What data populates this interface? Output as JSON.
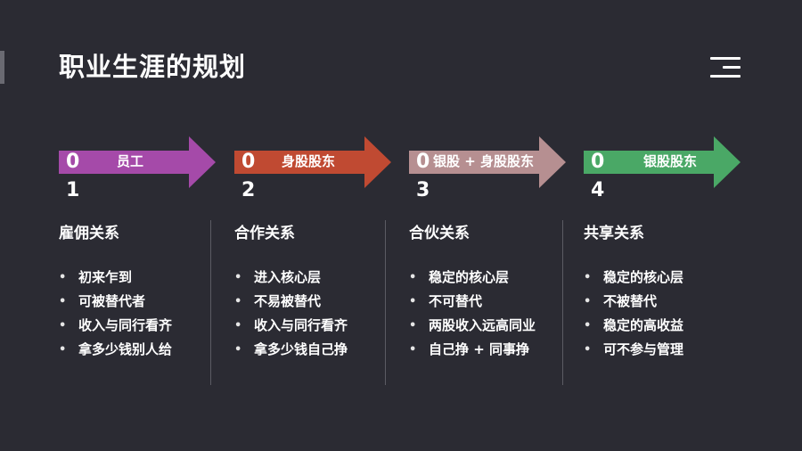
{
  "title": "职业生涯的规划",
  "stages": [
    {
      "color": "#a54aa9",
      "digit_top": "0",
      "digit_bottom": "1",
      "arrow_label": "员工",
      "heading": "雇佣关系",
      "items": [
        "初来乍到",
        "可被替代者",
        "收入与同行看齐",
        "拿多少钱别人给"
      ]
    },
    {
      "color": "#c04a32",
      "digit_top": "0",
      "digit_bottom": "2",
      "arrow_label": "身股股东",
      "heading": "合作关系",
      "items": [
        "进入核心层",
        "不易被替代",
        "收入与同行看齐",
        "拿多少钱自己挣"
      ]
    },
    {
      "color": "#b68f91",
      "digit_top": "0",
      "digit_bottom": "3",
      "arrow_label": "银股 + 身股股东",
      "heading": "合伙关系",
      "items": [
        "稳定的核心层",
        "不可替代",
        "两股收入远高同业",
        "自己挣 + 同事挣"
      ]
    },
    {
      "color": "#4aa866",
      "digit_top": "0",
      "digit_bottom": "4",
      "arrow_label": "银股股东",
      "heading": "共享关系",
      "items": [
        "稳定的核心层",
        "不被替代",
        "稳定的高收益",
        "可不参与管理"
      ]
    }
  ]
}
